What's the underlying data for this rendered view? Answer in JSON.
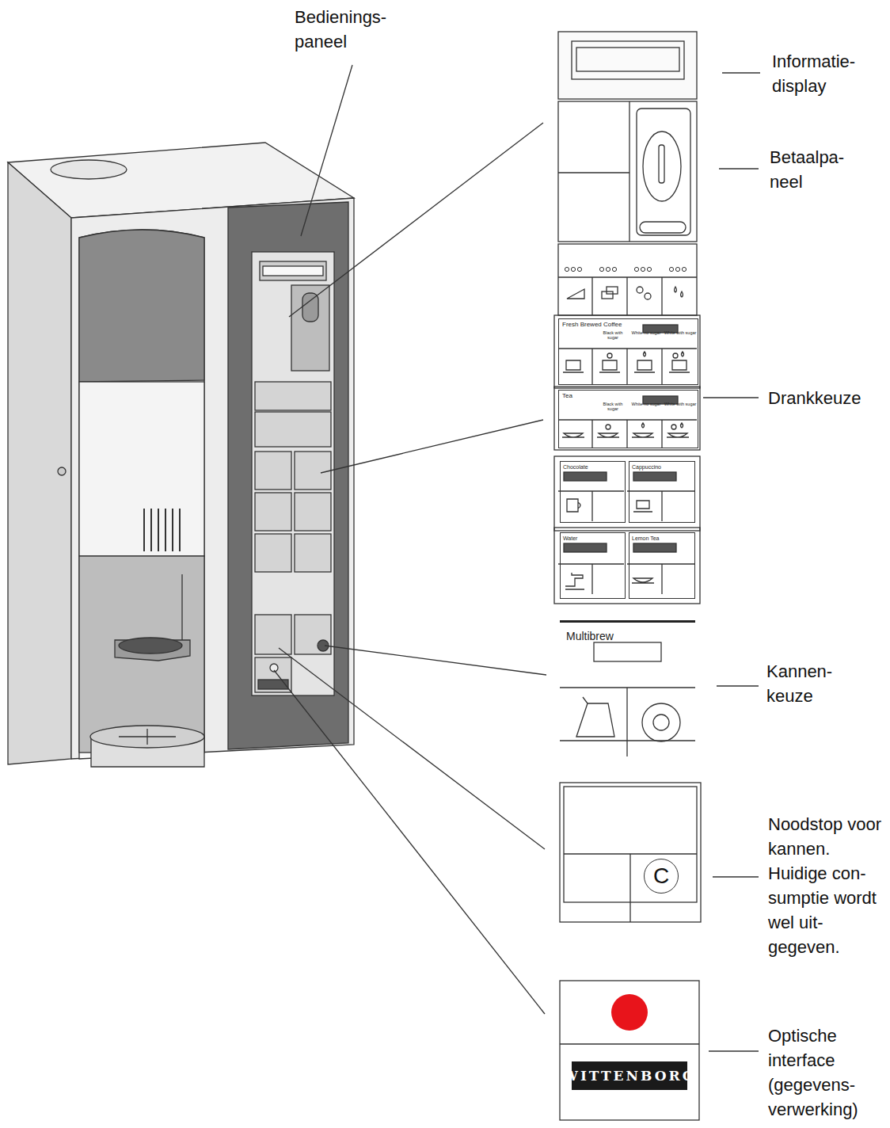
{
  "diagram": {
    "nodes": [
      {
        "text": [
          "Fresh Brewed Coffee",
          "Black with sugar",
          "White no sugar",
          "White with sugar"
        ]
      },
      {
        "text": [
          "Tea",
          "Black with sugar",
          "White no sugar",
          "White with sugar"
        ]
      },
      {
        "text": [
          "Chocolate"
        ]
      },
      {
        "text": [
          "Cappuccino"
        ]
      },
      {
        "text": [
          "Water"
        ]
      },
      {
        "text": [
          "Lemon Tea"
        ]
      },
      {
        "text": [
          "Multibrew"
        ]
      },
      {
        "text": [
          "C"
        ]
      },
      {
        "text": [
          "WITTENBORG"
        ]
      }
    ],
    "labels": [
      "Bedienings- paneel",
      "Informatie- display",
      "Betaalpa- neel",
      "Drankkeuze",
      "Kannen- keuze",
      "Noodstop voor kannen. Huidige con- sumptie wordt wel uit- gegeven.",
      "Optische interface (gegevens- verwerking)"
    ]
  }
}
